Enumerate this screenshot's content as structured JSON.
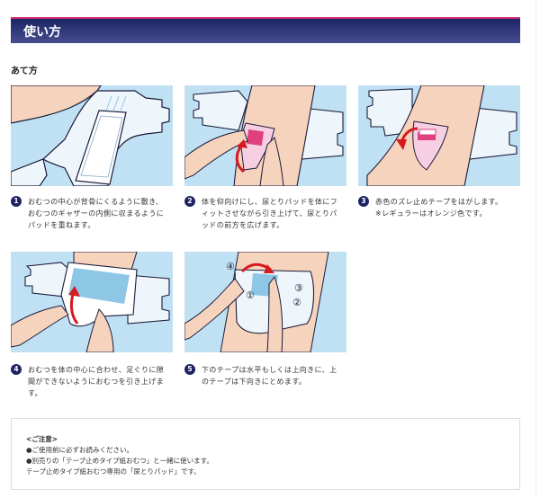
{
  "header": {
    "title": "使い方",
    "accent_color": "#d0307a",
    "bar_color": "#1e2463"
  },
  "section": {
    "subtitle": "あて方"
  },
  "steps": [
    {
      "number": "1",
      "text": "おむつの中心が背骨にくるように敷き、\nおむつのギャザーの内側に収まるように\nパッドを重ねます。",
      "illustration": "pad-placed-on-open-diaper"
    },
    {
      "number": "2",
      "text": "体を仰向けにし、尿とりパッドを体にフ\nィットさせながら引き上げて、尿とりパ\nッドの前方を広げます。",
      "illustration": "hands-pulling-pad-up"
    },
    {
      "number": "3",
      "text": "赤色のズレ止めテープをはがします。\n※レギュラーはオレンジ色です。",
      "illustration": "peel-red-tape"
    },
    {
      "number": "4",
      "text": "おむつを体の中心に合わせ、足ぐりに隙\n間ができないようにおむつを引き上げま\nす。",
      "illustration": "pull-diaper-up"
    },
    {
      "number": "5",
      "text": "下のテープは水平もしくは上向きに、上\nのテープは下向きにとめます。",
      "illustration": "fasten-tapes-numbered",
      "tape_labels": [
        "①",
        "②",
        "③",
        "④"
      ]
    }
  ],
  "notice": {
    "title": "<ご注意>",
    "lines": [
      "●ご使用前に必ずお読みください。",
      "●別売りの「テープ止めタイプ紙おむつ」と一緒に使います。",
      "テープ止めタイプ紙おむつ専用の「尿とりパッド」です。"
    ]
  },
  "colors": {
    "panel_bg": "#bfe1f3",
    "skin": "#f6d3bd",
    "diaper": "#eef6fb",
    "pad_pink": "#f7cfe2",
    "tape_magenta": "#e0407e",
    "arrow_red": "#d71920",
    "badge": "#1e2463"
  }
}
